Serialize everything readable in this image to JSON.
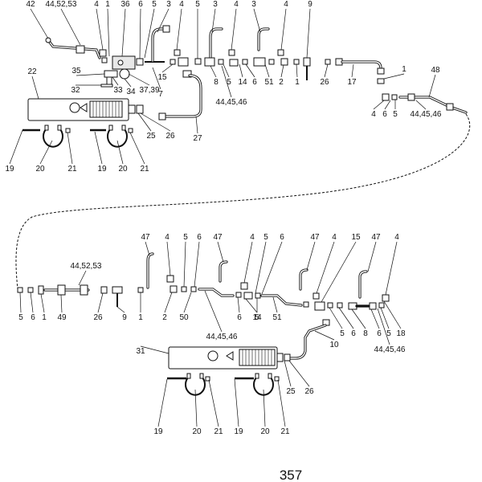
{
  "page_number": "357",
  "labels": {
    "top": [
      "42",
      "44,52,53",
      "4",
      "1",
      "36",
      "6",
      "5",
      "3",
      "4",
      "5",
      "3",
      "4",
      "3",
      "4",
      "9",
      "22",
      "35",
      "32",
      "33",
      "34",
      "37,39",
      "15",
      "7",
      "8",
      "5",
      "14",
      "6",
      "51",
      "2",
      "1",
      "26",
      "17",
      "1",
      "48",
      "4",
      "6",
      "5",
      "44,45,46",
      "44,45,46",
      "27",
      "25",
      "26",
      "19",
      "20",
      "21",
      "19",
      "20",
      "21"
    ],
    "bottom": [
      "47",
      "4",
      "5",
      "6",
      "47",
      "4",
      "5",
      "6",
      "47",
      "4",
      "15",
      "47",
      "4",
      "44,52,53",
      "5",
      "6",
      "1",
      "49",
      "26",
      "9",
      "1",
      "2",
      "50",
      "6",
      "5",
      "14",
      "51",
      "5",
      "6",
      "8",
      "6",
      "5",
      "18",
      "44,45,46",
      "44,45,46",
      "10",
      "31",
      "25",
      "26",
      "19",
      "20",
      "21",
      "19",
      "20",
      "21"
    ]
  }
}
